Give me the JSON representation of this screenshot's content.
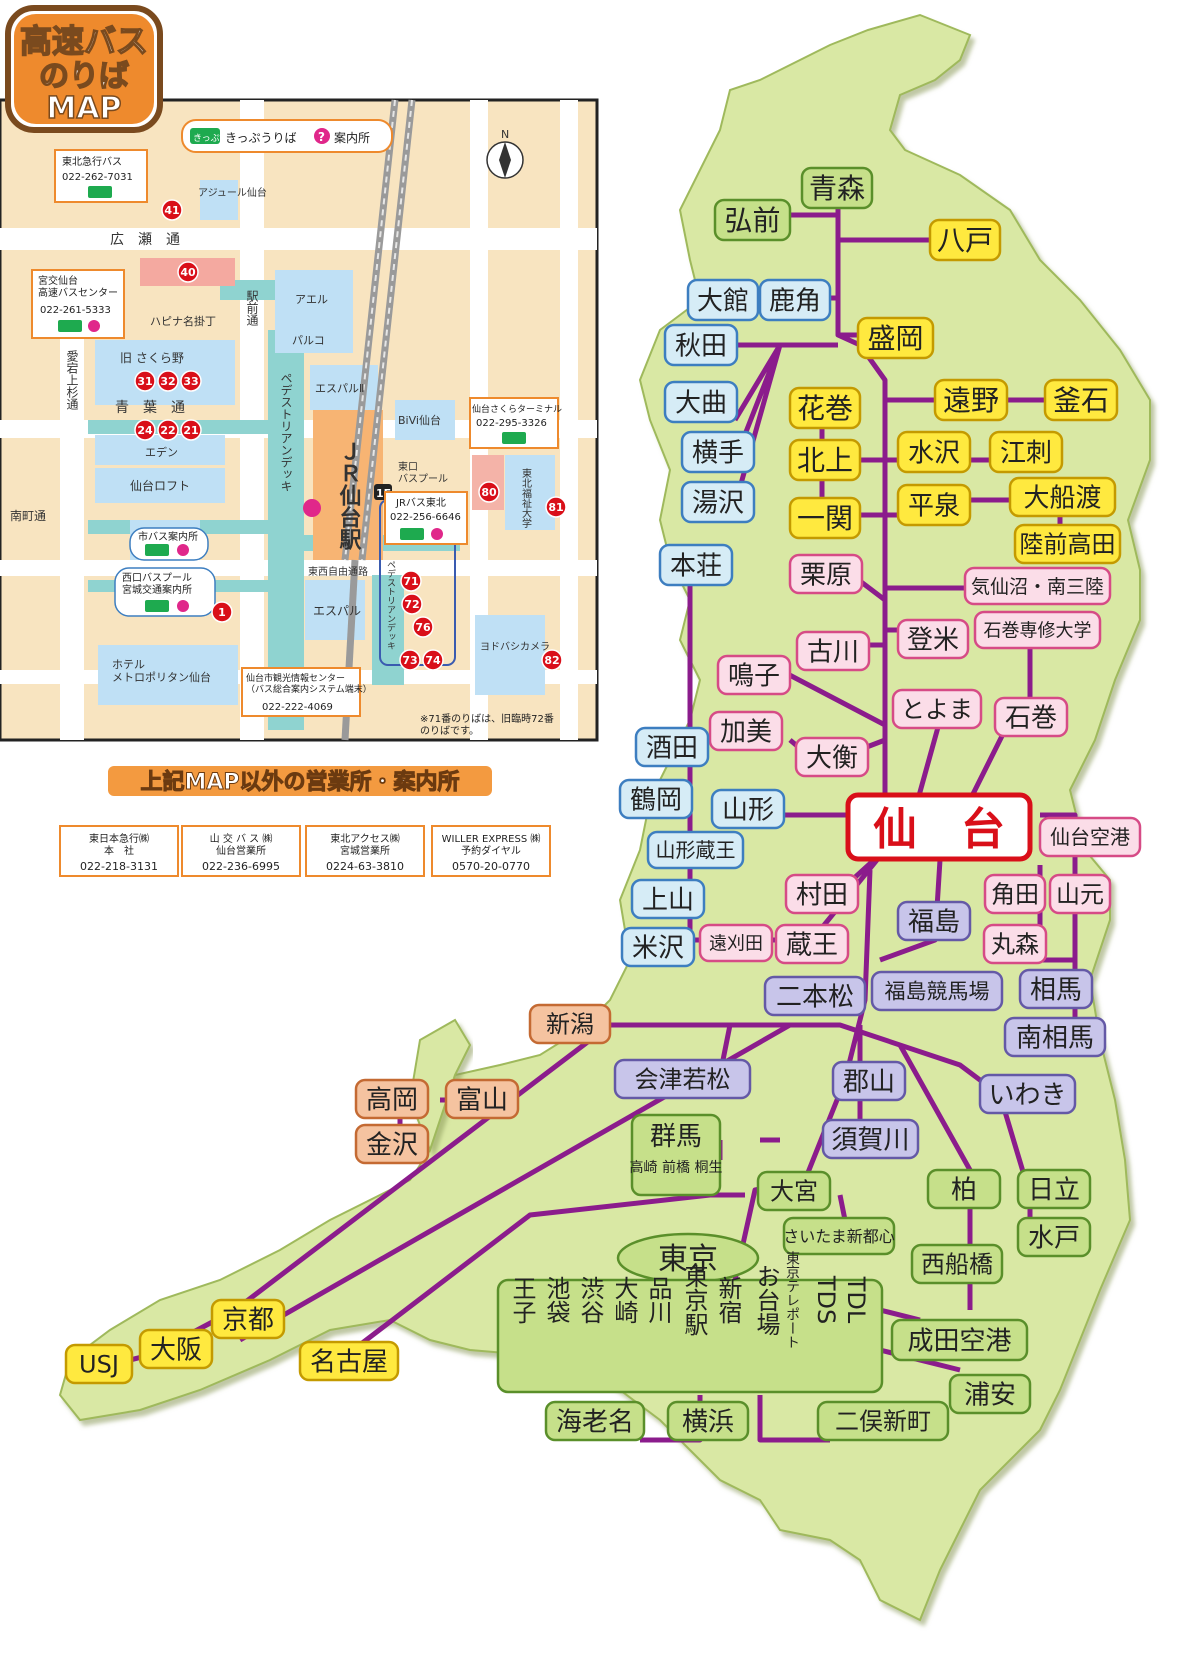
{
  "title": {
    "line1": "高速バス",
    "line2": "のりば",
    "line3": "MAP"
  },
  "colors": {
    "route": "#8b1c8c",
    "land": "#d9e8a4",
    "land_edge": "#a9c06a",
    "orange": "#ee8a2d",
    "pink_bg": "#fbdde8",
    "pink_bd": "#d64b86",
    "blue_bg": "#d6ecf6",
    "blue_bd": "#3d7ec0",
    "green_bg": "#c6e08a",
    "green_bd": "#5a8f2a",
    "yellow_bg": "#ffe93f",
    "yellow_bd": "#c49a00",
    "purple_bg": "#c8c5ea",
    "purple_bd": "#6459a6",
    "salmon_bg": "#f5c3a0",
    "salmon_bd": "#c46a33",
    "red": "#d90f19"
  },
  "inset": {
    "legend": {
      "ticket_badge": "きっぷ",
      "ticket_label": "きっぷうりば",
      "info_icon": "?",
      "info_label": "案内所"
    },
    "north": "N",
    "roads": {
      "hirose": "広　瀬　通",
      "aoba": "青　葉　通",
      "ekimae": "駅前通",
      "atago": "愛宕上杉通",
      "minamimachi": "南町通",
      "east_west": "東西自由通路",
      "deck": "ペデストリアンデッキ",
      "deck2": "ペデストリアンデッキ",
      "hapina": "ハピナ名掛丁"
    },
    "buildings": {
      "ajul": "アジュール仙台",
      "el": "アエル",
      "parco": "パルコ",
      "espal2": "エスパルⅡ",
      "sakurano": "旧 さくら野",
      "eden": "エデン",
      "loft": "仙台ロフト",
      "hotel": "ホテル\nメトロポリタン仙台",
      "espal": "エスパル",
      "bivi": "BiVi仙台",
      "tohoku_fukushi": "東北福祉大学",
      "yodobashi": "ヨドバシカメラ",
      "station": "ＪＲ仙台駅",
      "east_pool": "東口\nバスプール",
      "floor": "1F"
    },
    "stops": [
      "41",
      "40",
      "31",
      "32",
      "33",
      "24",
      "22",
      "21",
      "1",
      "71",
      "72",
      "76",
      "73",
      "74",
      "80",
      "81",
      "82"
    ],
    "callouts": {
      "tokyu": {
        "name": "東北急行バス",
        "tel": "022-262-7031"
      },
      "miyako": {
        "name": "宮交仙台\n高速バスセンター",
        "tel": "022-261-5333"
      },
      "jr": {
        "name": "JRバス東北",
        "tel": "022-256-6646"
      },
      "sakura": {
        "name": "仙台さくらターミナル",
        "tel": "022-295-3326"
      },
      "shibus": {
        "name": "市バス案内所"
      },
      "nishiguchi": {
        "name": "西口バスプール\n宮城交通案内所"
      },
      "kanko": {
        "name": "仙台市観光情報センター\n（バス総合案内システム端末）",
        "tel": "022-222-4069"
      }
    },
    "note": "※71番のりばは、旧臨時72番\nのりばです。"
  },
  "offices": {
    "heading": "上記MAP以外の営業所・案内所",
    "cards": [
      {
        "name": "東日本急行㈱\n本　社",
        "tel": "022-218-3131"
      },
      {
        "name": "山 交 バ ス ㈱\n仙台営業所",
        "tel": "022-236-6995"
      },
      {
        "name": "東北アクセス㈱\n宮城営業所",
        "tel": "0224-63-3810"
      },
      {
        "name": "WILLER EXPRESS ㈱\n予約ダイヤル",
        "tel": "0570-20-0770"
      }
    ]
  },
  "destinations": {
    "sendai": "仙　台",
    "aomori": "青森",
    "hirosaki": "弘前",
    "hachinohe": "八戸",
    "odate": "大館",
    "kazuno": "鹿角",
    "morioka": "盛岡",
    "akita": "秋田",
    "omagari": "大曲",
    "yokote": "横手",
    "yuzawa": "湯沢",
    "honjo": "本荘",
    "hanamaki": "花巻",
    "kitakami": "北上",
    "ichinoseki": "一関",
    "tono": "遠野",
    "kamaishi": "釜石",
    "mizusawa": "水沢",
    "esashi": "江刺",
    "hiraizumi": "平泉",
    "ofunato": "大船渡",
    "rikuzen": "陸前高田",
    "kurihara": "栗原",
    "kesennuma": "気仙沼・南三陸",
    "tome": "登米",
    "senshu": "石巻専修大学",
    "furukawa": "古川",
    "naruko": "鳴子",
    "toyoma": "とよま",
    "ishinomaki": "石巻",
    "kami": "加美",
    "taiwa": "大衡",
    "sakata": "酒田",
    "tsuruoka": "鶴岡",
    "yamagata": "山形",
    "zao_y": "山形蔵王",
    "kaminoyama": "上山",
    "yonezawa": "米沢",
    "murata": "村田",
    "tokatta": "遠刈田",
    "zao": "蔵王",
    "fukushima": "福島",
    "keiba": "福島競馬場",
    "airport": "仙台空港",
    "kakuda": "角田",
    "yamamoto": "山元",
    "marumori": "丸森",
    "soma": "相馬",
    "minamisoma": "南相馬",
    "nihonmatsu": "二本松",
    "niigata": "新潟",
    "aizu": "会津若松",
    "koriyama": "郡山",
    "sukagawa": "須賀川",
    "iwaki": "いわき",
    "takaoka": "高岡",
    "toyama": "富山",
    "kanazawa": "金沢",
    "gunma": "群馬",
    "gunma_sub": "高崎 前橋 桐生",
    "omiya": "大宮",
    "saitama": "さいたま新都心",
    "kashiwa": "柏",
    "nishifuna": "西船橋",
    "hitachi": "日立",
    "mito": "水戸",
    "tokyo": "東京",
    "tokyo_stops": [
      "王子",
      "池袋",
      "渋谷",
      "大崎",
      "品川",
      "東京駅",
      "新宿",
      "お台場",
      "東京テレポート",
      "TDS",
      "TDL"
    ],
    "narita": "成田空港",
    "urayasu": "浦安",
    "futamata": "二俣新町",
    "yokohama": "横浜",
    "ebina": "海老名",
    "nagoya": "名古屋",
    "kyoto": "京都",
    "osaka": "大阪",
    "usj": "USJ"
  }
}
